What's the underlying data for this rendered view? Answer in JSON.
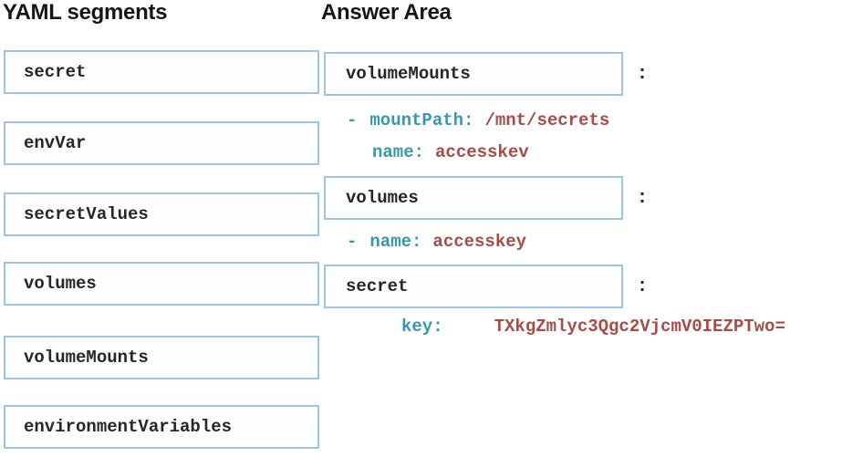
{
  "left_panel": {
    "title": "YAML segments",
    "segments": [
      "secret",
      "envVar",
      "secretValues",
      "volumes",
      "volumeMounts",
      "environmentVariables"
    ]
  },
  "answer_area": {
    "title": "Answer Area",
    "colon": ":",
    "entries": [
      {
        "box": "volumeMounts",
        "code": [
          {
            "dash": "-",
            "key": "mountPath:",
            "value": "/mnt/secrets"
          },
          {
            "dash": "",
            "key": "name:",
            "value": "accesskev"
          }
        ]
      },
      {
        "box": "volumes",
        "code": [
          {
            "dash": "-",
            "key": "name:",
            "value": "accesskey"
          }
        ]
      },
      {
        "box": "secret",
        "code": [
          {
            "dash": "",
            "key": "key:",
            "value": "TXkgZmlyc3Qgc2VjcmV0IEZPTwo="
          }
        ]
      }
    ]
  },
  "colors": {
    "box_border": "#9dc3e6",
    "yaml_key": "#3797ab",
    "yaml_value": "#a84a46",
    "heading_text": "#161616",
    "box_text": "#262626"
  }
}
